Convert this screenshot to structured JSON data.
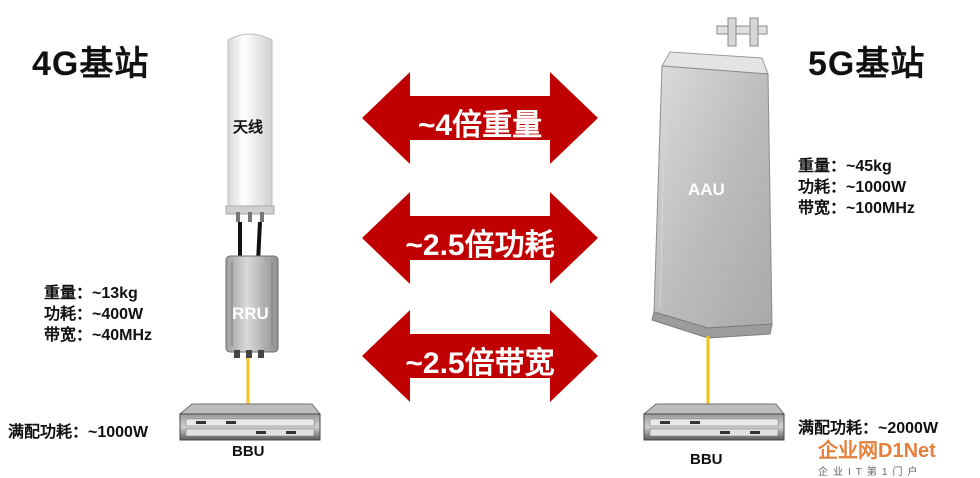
{
  "left": {
    "title": "4G基站",
    "antenna_label": "天线",
    "rru_label": "RRU",
    "specs": [
      "重量：~13kg",
      "功耗：~400W",
      "带宽：~40MHz"
    ],
    "bbu_power": "满配功耗：~1000W",
    "bbu_label": "BBU"
  },
  "right": {
    "title": "5G基站",
    "aau_label": "AAU",
    "specs": [
      "重量：~45kg",
      "功耗：~1000W",
      "带宽：~100MHz"
    ],
    "bbu_power": "满配功耗：~2000W",
    "bbu_label": "BBU"
  },
  "arrows": [
    "~4倍重量",
    "~2.5倍功耗",
    "~2.5倍带宽"
  ],
  "watermark": {
    "main": "企业网D1Net",
    "sub": "企业IT第1门户"
  },
  "colors": {
    "arrow_red": "#c00000",
    "cable_yellow": "#f2c318"
  }
}
